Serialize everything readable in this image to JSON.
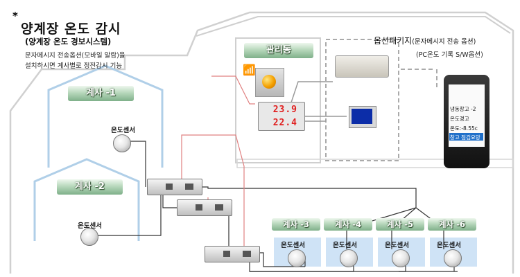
{
  "title": {
    "asterisk": "*",
    "main": "양계장 온도 감시",
    "sub": "(양계장 온도 경보시스템)",
    "desc_line1": "문자메시지 전송옵션(모바일 알람)을",
    "desc_line2": "설치하시면 계사별로 정전감시 기능"
  },
  "houses": [
    {
      "label": "계사 -1",
      "sensor_label": "온도센서"
    },
    {
      "label": "계사 -2",
      "sensor_label": "온도센서"
    },
    {
      "label": "계사 -3",
      "sensor_label": "온도센서"
    },
    {
      "label": "계사 -4",
      "sensor_label": "온도센서"
    },
    {
      "label": "계사 -5",
      "sensor_label": "온도센서"
    },
    {
      "label": "계사 -6",
      "sensor_label": "온도센서"
    }
  ],
  "management": {
    "label": "관리동"
  },
  "option": {
    "title": "옵션패키지",
    "sms": "(문자메시지 전송 옵션)",
    "pc": "(PC온도 기록 S/W옵션)"
  },
  "display": {
    "reading1": "23.9",
    "reading2": "22.4"
  },
  "phone": {
    "line1": "냉동창고 -2",
    "line2": "온도경고",
    "line3": "온도:-8.55c",
    "line4": "창고 점검요망"
  },
  "colors": {
    "house_outline": "#b0cfe8",
    "building_outline": "#bdbdbd",
    "wire": "#333333",
    "signal_wire": "#e06060",
    "dashed": "#aaaaaa"
  }
}
